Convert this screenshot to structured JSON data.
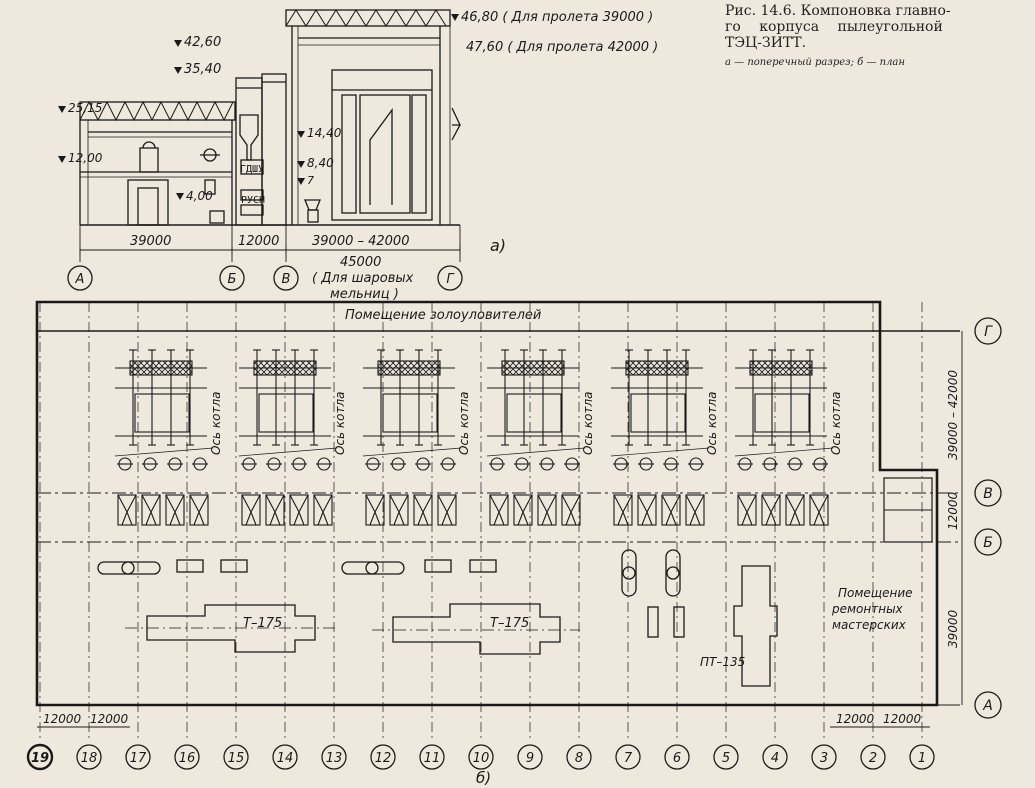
{
  "caption": {
    "line1": "Рис. 14.6. Компоновка главно-",
    "line2": "го корпуса пылеугольной",
    "line3": "ТЭЦ-ЗИТТ.",
    "legend": "а — поперечный разрез; б — план"
  },
  "section": {
    "marks": {
      "m25_15": "25,15",
      "m12_00": "12,00",
      "m42_60": "42,60",
      "m35_40": "35,40",
      "m4_00": "4,00",
      "m14_40": "14,40",
      "m8_40": "8,40",
      "m7": "7",
      "m46_80": "46,80 ( Для пролета 39000 )",
      "m47_60": "47,60 ( Для пролета 42000 )"
    },
    "labels": {
      "gdshu": "ГДШУ",
      "rusn": "РУСН"
    },
    "dims": {
      "d1": "39000",
      "d2": "12000",
      "d3": "39000 – 42000",
      "total": "45000",
      "note1": "( Для шаровых",
      "note2": "мельниц )"
    },
    "axes": [
      "А",
      "Б",
      "В",
      "Г"
    ],
    "sublabel": "а)"
  },
  "plan": {
    "top_room": "Помещение золоуловителей",
    "boiler_axis_label": "Ось котла",
    "turbines": [
      "Т–175",
      "Т–175",
      "ПТ–135"
    ],
    "repair_room": [
      "Помещение",
      "ремонтных",
      "мастерских"
    ],
    "row_axes": [
      "Г",
      "В",
      "Б",
      "А"
    ],
    "row_dims": [
      "39000 – 42000",
      "12000",
      "39000"
    ],
    "bottom_dims_left": [
      "12000",
      "12000"
    ],
    "bottom_dims_right": [
      "12000",
      "12000"
    ],
    "columns": [
      "19",
      "18",
      "17",
      "16",
      "15",
      "14",
      "13",
      "12",
      "11",
      "10",
      "9",
      "8",
      "7",
      "6",
      "5",
      "4",
      "3",
      "2",
      "1"
    ],
    "sublabel": "б)"
  }
}
